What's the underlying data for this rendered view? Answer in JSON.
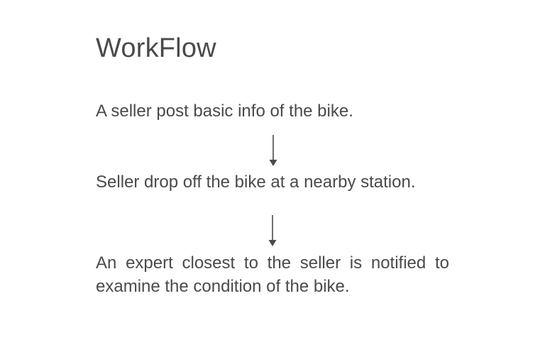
{
  "slide": {
    "title": "WorkFlow",
    "steps": [
      {
        "text": "A seller post basic info of the bike."
      },
      {
        "text": "Seller drop off the bike at a nearby station."
      },
      {
        "text": "An expert closest to the seller is notified to examine the condition of the bike."
      }
    ],
    "arrow_icon": "arrow-down-icon",
    "text_color": "#4a4a4a",
    "background_color": "#ffffff"
  }
}
